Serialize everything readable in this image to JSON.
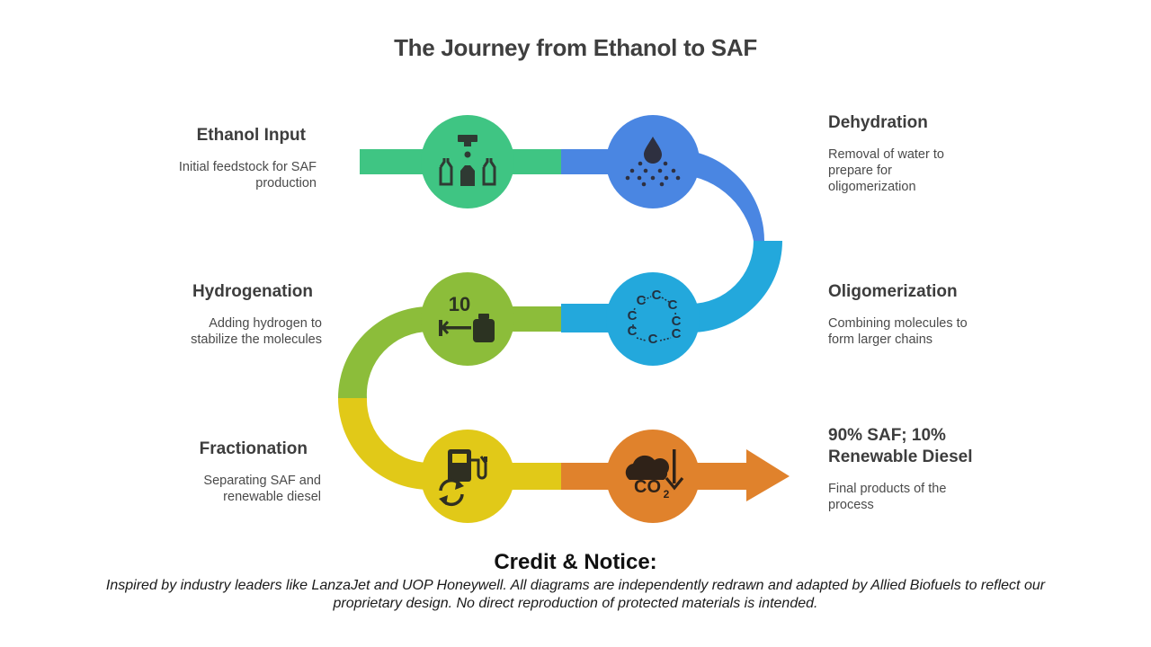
{
  "title": "The Journey from Ethanol to SAF",
  "colors": {
    "ethanol": "#3fc583",
    "dehydration": "#4a86e2",
    "oligomerization": "#23a8dc",
    "hydrogenation": "#8cbd3a",
    "fractionation": "#e1c918",
    "products": "#e0822c"
  },
  "steps": [
    {
      "heading": "Ethanol Input",
      "description": "Initial feedstock for SAF production",
      "icon": "bottles-icon"
    },
    {
      "heading": "Dehydration",
      "description": "Removal of water to prepare for oligomerization",
      "icon": "water-drop-spray-icon"
    },
    {
      "heading": "Oligomerization",
      "description": "Combining molecules to form larger chains",
      "icon": "carbon-ring-icon"
    },
    {
      "heading": "Hydrogenation",
      "description": "Adding hydrogen to stabilize the molecules",
      "icon": "hydrogen-tank-icon"
    },
    {
      "heading": "Fractionation",
      "description": "Separating SAF and renewable diesel",
      "icon": "fuel-pump-recycle-icon"
    },
    {
      "heading": "90% SAF; 10% Renewable Diesel",
      "description": "Final products of the process",
      "icon": "co2-cloud-icon"
    }
  ],
  "icon_text": {
    "hydrogen": "10",
    "co2": "CO",
    "co2_sub": "2",
    "carbon": "C"
  },
  "credit": {
    "title": "Credit & Notice:",
    "body": "Inspired by industry leaders like LanzaJet and UOP Honeywell. All diagrams are independently redrawn and adapted by Allied Biofuels to reflect our proprietary design. No direct reproduction of protected materials is intended."
  }
}
